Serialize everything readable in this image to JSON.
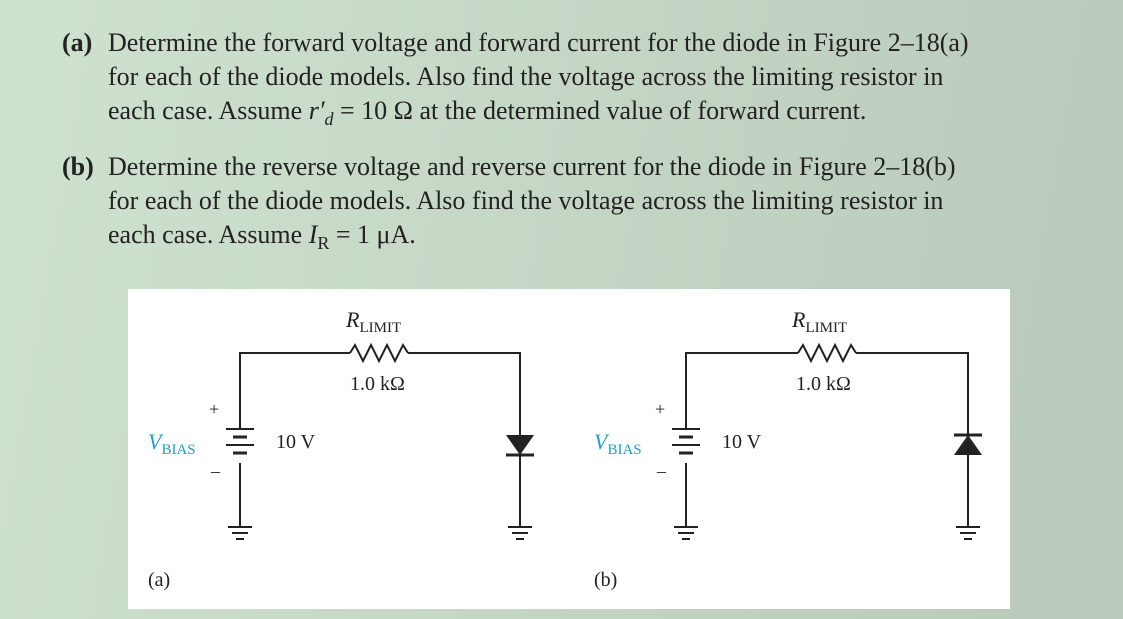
{
  "problem_a": {
    "tag": "(a)",
    "line1": "Determine the forward voltage and forward current for the diode in Figure 2–18(a)",
    "line2": "for each of the diode models. Also find the voltage across the limiting resistor in",
    "line3_pre": "each case. Assume ",
    "var": "r′",
    "var_sub": "d",
    "line3_post": " = 10 Ω at the determined value of forward current."
  },
  "problem_b": {
    "tag": "(b)",
    "line1": "Determine the reverse voltage and reverse current for the diode in Figure 2–18(b)",
    "line2": "for each of the diode models. Also find the voltage across the limiting resistor in",
    "line3_pre": "each case. Assume ",
    "var": "I",
    "var_sub": "R",
    "line3_post": " = 1 μA."
  },
  "figure": {
    "circuit_a": {
      "resistor_symbol": "R",
      "resistor_sub": "LIMIT",
      "resistor_value": "1.0 kΩ",
      "source_symbol": "V",
      "source_sub": "BIAS",
      "source_value": "10 V",
      "plus": "+",
      "minus": "–",
      "caption": "(a)",
      "diode_orientation": "forward"
    },
    "circuit_b": {
      "resistor_symbol": "R",
      "resistor_sub": "LIMIT",
      "resistor_value": "1.0 kΩ",
      "source_symbol": "V",
      "source_sub": "BIAS",
      "source_value": "10 V",
      "plus": "+",
      "minus": "–",
      "caption": "(b)",
      "diode_orientation": "reverse"
    },
    "colors": {
      "label_blue": "#1aa0d4",
      "wire": "#222222"
    }
  }
}
